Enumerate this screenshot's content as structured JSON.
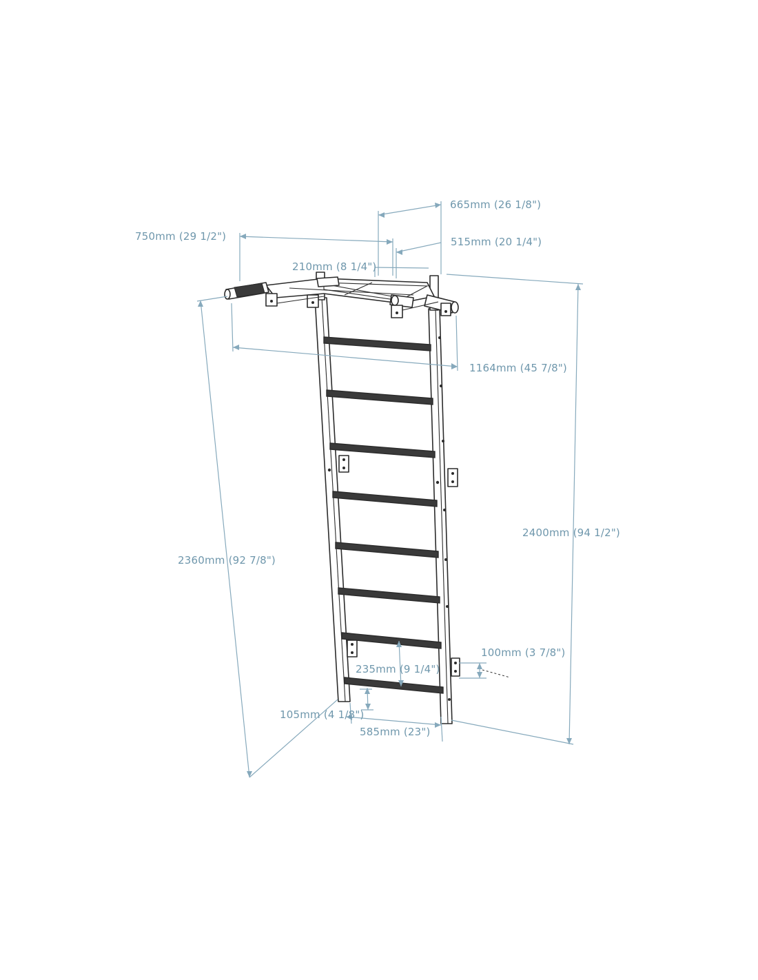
{
  "dimensions": {
    "d665": "665mm (26 1/8\")",
    "d515": "515mm (20 1/4\")",
    "d750": "750mm (29 1/2\")",
    "d210": "210mm (8 1/4\")",
    "d1164": "1164mm (45 7/8\")",
    "d2400": "2400mm (94 1/2\")",
    "d2360": "2360mm (92 7/8\")",
    "d100": "100mm (3 7/8\")",
    "d235": "235mm (9 1/4\")",
    "d105": "105mm (4 1/8\")",
    "d585": "585mm (23\")"
  },
  "colors": {
    "dimension": "#6f97ac",
    "outline": "#2b2b2b",
    "background": "#ffffff"
  }
}
